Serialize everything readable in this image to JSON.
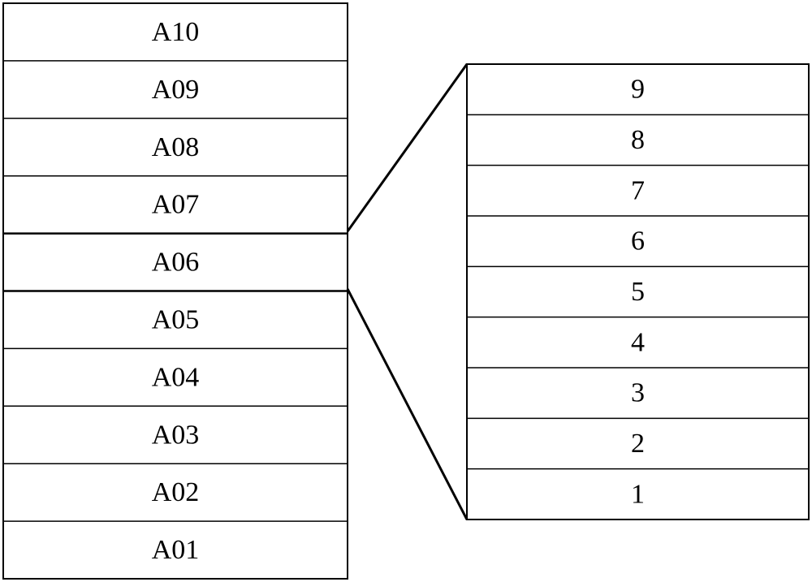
{
  "left_stack": {
    "cells": [
      "A10",
      "A09",
      "A08",
      "A07",
      "A06",
      "A05",
      "A04",
      "A03",
      "A02",
      "A01"
    ],
    "expanded_cell": "A06"
  },
  "right_stack": {
    "cells": [
      "9",
      "8",
      "7",
      "6",
      "5",
      "4",
      "3",
      "2",
      "1"
    ]
  },
  "colors": {
    "stroke": "#000000",
    "background": "#ffffff"
  }
}
